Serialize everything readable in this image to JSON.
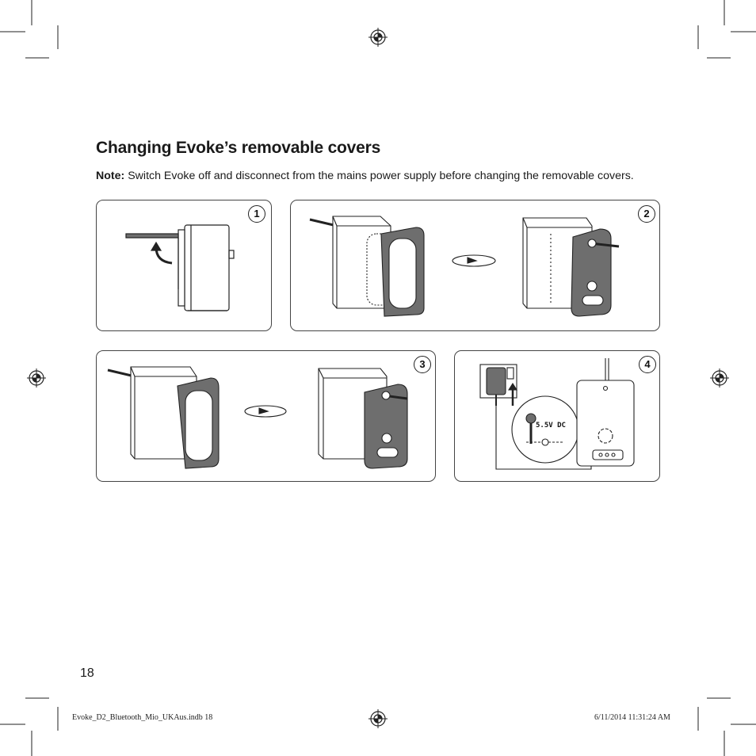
{
  "heading": "Changing Evoke’s removable covers",
  "note": {
    "label": "Note:",
    "text": " Switch Evoke off and disconnect from the mains power supply before changing the removable covers."
  },
  "steps": [
    {
      "number": "1"
    },
    {
      "number": "2"
    },
    {
      "number": "3"
    },
    {
      "number": "4",
      "power_label": "5.5V DC"
    }
  ],
  "page_number": "18",
  "footer": {
    "file": "Evoke_D2_Bluetooth_Mio_UKAus.indb   18",
    "timestamp": "6/11/2014   11:31:24 AM"
  },
  "colors": {
    "cover_fill": "#6e6e6e",
    "line": "#222222",
    "panel_border": "#444444"
  },
  "icons": [
    "registration-mark-icon",
    "crop-mark-icon",
    "rotate-arrow-icon",
    "curved-arrow-icon",
    "up-arrow-icon",
    "power-adapter-icon"
  ]
}
